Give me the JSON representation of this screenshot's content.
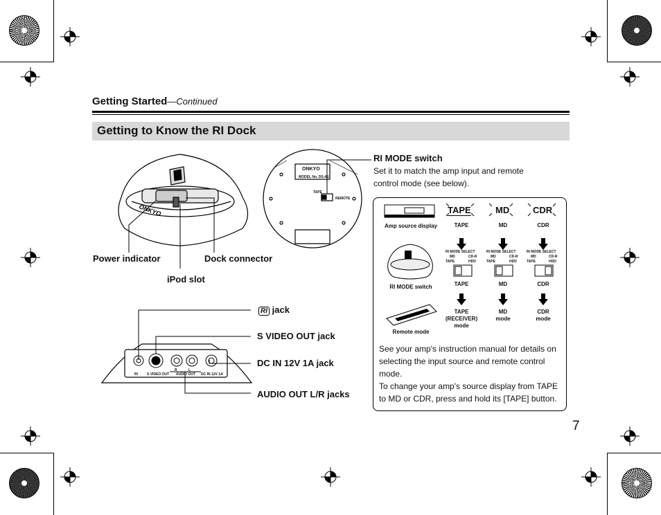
{
  "header": {
    "section": "Getting Started",
    "continued": "—Continued"
  },
  "title": "Getting to Know the RI Dock",
  "dock_labels": {
    "power_indicator": "Power indicator",
    "ipod_slot": "iPod slot",
    "dock_connector": "Dock connector"
  },
  "bottom_device": {
    "model_brand": "ONKYO",
    "model_no": "MODEL No. DS-A1",
    "switch_left": "TAPE",
    "switch_right": "REMOTE"
  },
  "ri_mode": {
    "title": "RI MODE switch",
    "description": "Set it to match the amp input and remote control mode (see below)."
  },
  "rear_labels": {
    "ri_jack": "jack",
    "ri_logo": "RI",
    "svideo": "S VIDEO OUT jack",
    "dcin": "DC IN 12V 1A jack",
    "audio": "AUDIO OUT L/R jacks"
  },
  "rear_panel_print": {
    "ri": "RI",
    "svideo": "S VIDEO OUT",
    "audio": "AUDIO OUT",
    "l": "L",
    "r": "R",
    "dc": "DC IN 12V 1A"
  },
  "panel": {
    "row_labels": {
      "amp_display": "Amp source display",
      "ri_mode_switch": "RI MODE switch",
      "remote_mode": "Remote mode"
    },
    "columns": [
      {
        "display": "TAPE",
        "display_caption": "TAPE",
        "switch_caption": "TAPE",
        "remote_line1": "TAPE",
        "remote_line2": "(RECEIVER)",
        "remote_line3": "mode"
      },
      {
        "display": "MD",
        "display_caption": "MD",
        "switch_caption": "MD",
        "remote_line1": "MD",
        "remote_line2": "mode",
        "remote_line3": ""
      },
      {
        "display": "CDR",
        "display_caption": "CDR",
        "switch_caption": "CDR",
        "remote_line1": "CDR",
        "remote_line2": "mode",
        "remote_line3": ""
      }
    ],
    "switch_print": {
      "title": "RI MODE SELECT",
      "md": "MD",
      "cdr": "CD-R",
      "tape": "TAPE",
      "hdd": "HDD"
    },
    "note1": "See your amp's instruction manual for details on selecting the input source and remote control mode.",
    "note2": "To change your amp's source display from TAPE to MD or CDR, press and hold its [TAPE] button."
  },
  "page_number": "7"
}
